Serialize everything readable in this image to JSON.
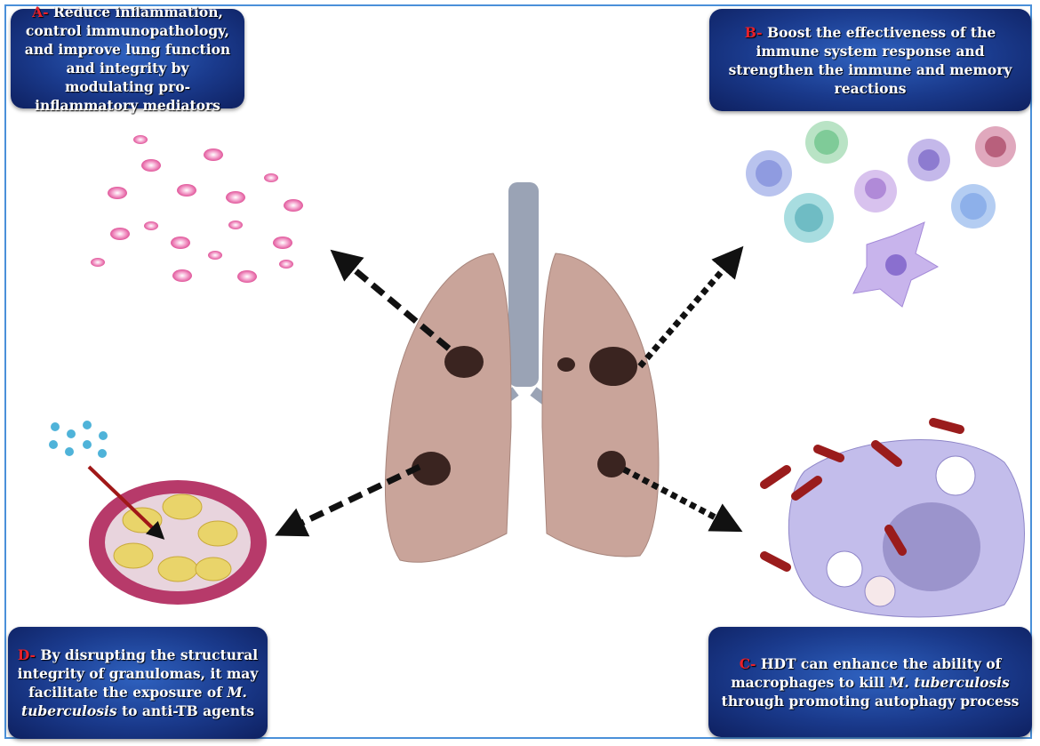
{
  "panels": {
    "A": {
      "letter": "A-",
      "text": " Reduce inflammation, control immunopathology, and improve lung function and integrity by modulating pro-inflammatory mediators"
    },
    "B": {
      "letter": "B-",
      "text": " Boost the effectiveness of the immune system response and strengthen the immune and memory reactions"
    },
    "C": {
      "letter": "C-",
      "text1": " HDT can enhance the ability of macrophages to kill ",
      "italic": "M. tuberculosis",
      "text2": " through promoting autophagy process"
    },
    "D": {
      "letter": "D-",
      "text1": " By disrupting the structural integrity of granulomas, it may facilitate the exposure of ",
      "italic": "M. tuberculosis",
      "text2": " to anti-TB agents"
    }
  },
  "colors": {
    "frame": "#4a90d9",
    "box": "#1a3a8c",
    "letter": "#e8202a",
    "lung": "#c9a49a",
    "lesion": "#3a2420"
  }
}
